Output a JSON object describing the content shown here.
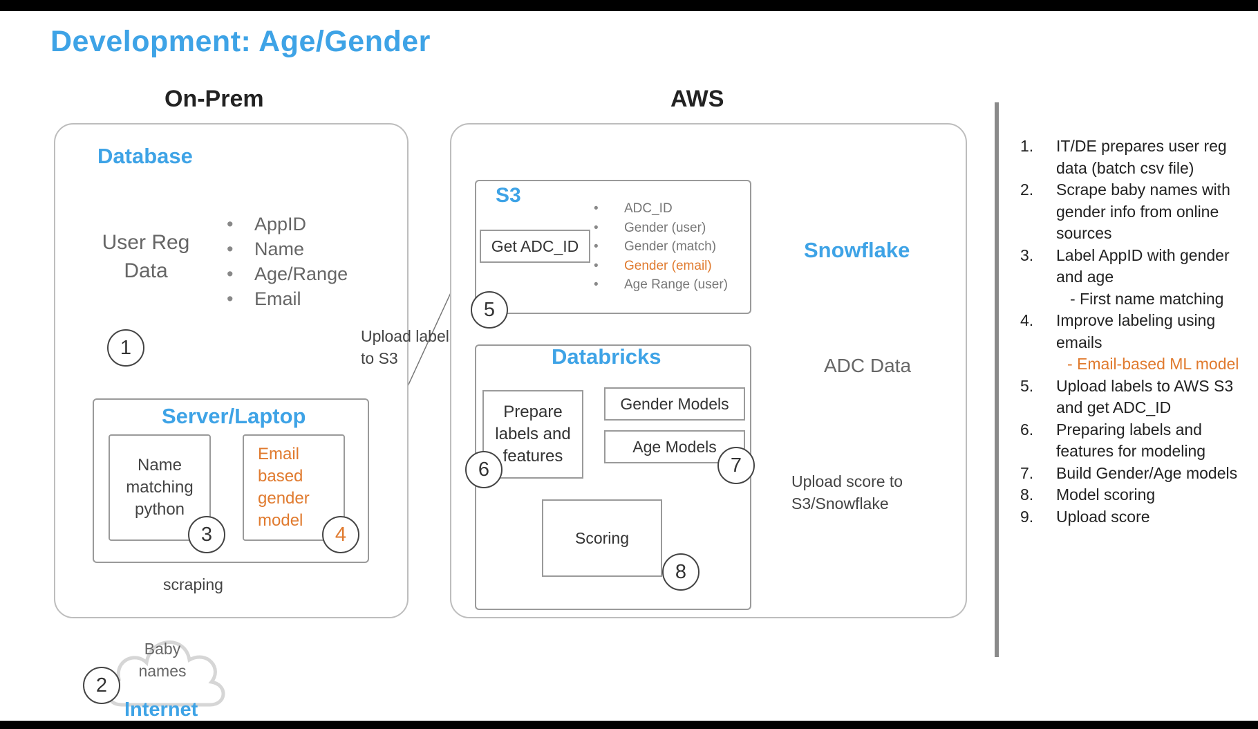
{
  "title": "Development: Age/Gender",
  "regions": {
    "onprem": "On-Prem",
    "aws": "AWS"
  },
  "onprem": {
    "database_heading": "Database",
    "db_label_line1": "User Reg",
    "db_label_line2": "Data",
    "fields": [
      "AppID",
      "Name",
      "Age/Range",
      "Email"
    ],
    "server_heading": "Server/Laptop",
    "name_box": "Name matching python",
    "email_box": "Email based gender model",
    "scraping_label": "scraping",
    "cloud_label": "Baby names",
    "internet_label": "Internet"
  },
  "upload_labels": "Upload labels to S3",
  "aws": {
    "s3_heading": "S3",
    "get_adc_id": "Get ADC_ID",
    "s3_fields": [
      {
        "text": "ADC_ID",
        "highlight": false
      },
      {
        "text": "Gender (user)",
        "highlight": false
      },
      {
        "text": "Gender (match)",
        "highlight": false
      },
      {
        "text": "Gender (email)",
        "highlight": true
      },
      {
        "text": "Age Range (user)",
        "highlight": false
      }
    ],
    "databricks_heading": "Databricks",
    "prepare_box": "Prepare labels and features",
    "gender_models": "Gender Models",
    "age_models": "Age Models",
    "scoring": "Scoring",
    "snowflake_heading": "Snowflake",
    "adc_data": "ADC Data",
    "upload_score": "Upload score to S3/Snowflake"
  },
  "badges": [
    "1",
    "2",
    "3",
    "4",
    "5",
    "6",
    "7",
    "8"
  ],
  "steps": [
    {
      "n": "1.",
      "text": "IT/DE prepares user reg data (batch csv file)"
    },
    {
      "n": "2.",
      "text": "Scrape baby names with gender info from online sources"
    },
    {
      "n": "3.",
      "text": "Label AppID with gender and age"
    },
    {
      "sub": "- First name matching"
    },
    {
      "n": "4.",
      "text": "Improve labeling using emails"
    },
    {
      "sub_highlight": "- Email-based ML model"
    },
    {
      "n": "5.",
      "text": "Upload labels to AWS S3 and get ADC_ID"
    },
    {
      "n": "6.",
      "text": "Preparing labels and features for modeling"
    },
    {
      "n": "7.",
      "text": "Build Gender/Age models"
    },
    {
      "n": "8.",
      "text": "Model scoring"
    },
    {
      "n": "9.",
      "text": "Upload score"
    }
  ],
  "colors": {
    "accent_blue": "#3ea3e6",
    "highlight_orange": "#e07a2e",
    "background": "#ffffff",
    "frame": "#000000"
  }
}
